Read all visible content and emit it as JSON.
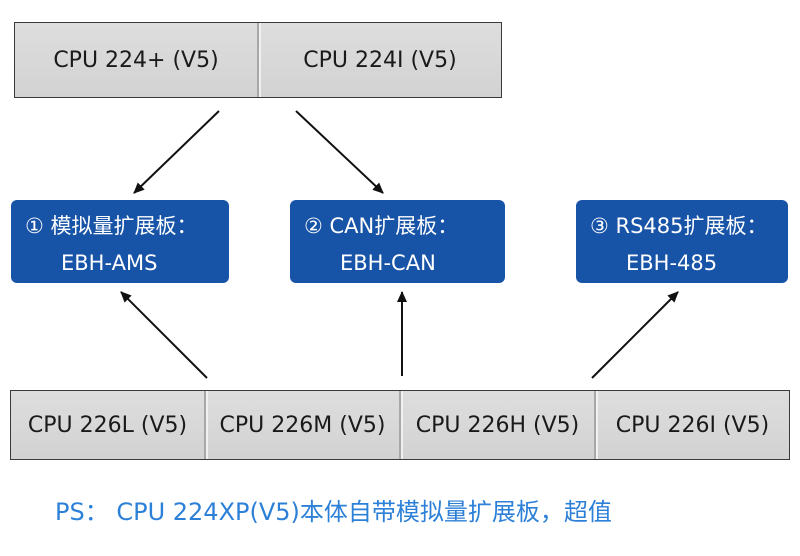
{
  "top_cpus": [
    "CPU 224+ (V5)",
    "CPU 224I (V5)"
  ],
  "boards": [
    {
      "title": "① 模拟量扩展板：",
      "model": "EBH-AMS"
    },
    {
      "title": "② CAN扩展板：",
      "model": "EBH-CAN"
    },
    {
      "title": "③ RS485扩展板：",
      "model": "EBH-485"
    }
  ],
  "bottom_cpus": [
    "CPU 226L (V5)",
    "CPU 226M (V5)",
    "CPU 226H (V5)",
    "CPU 226I (V5)"
  ],
  "note": "PS： CPU 224XP(V5)本体自带模拟量扩展板，超值",
  "colors": {
    "board_bg": "#1753a7",
    "note_text": "#2d80d8",
    "bar_bg": "#dcdcdc"
  }
}
